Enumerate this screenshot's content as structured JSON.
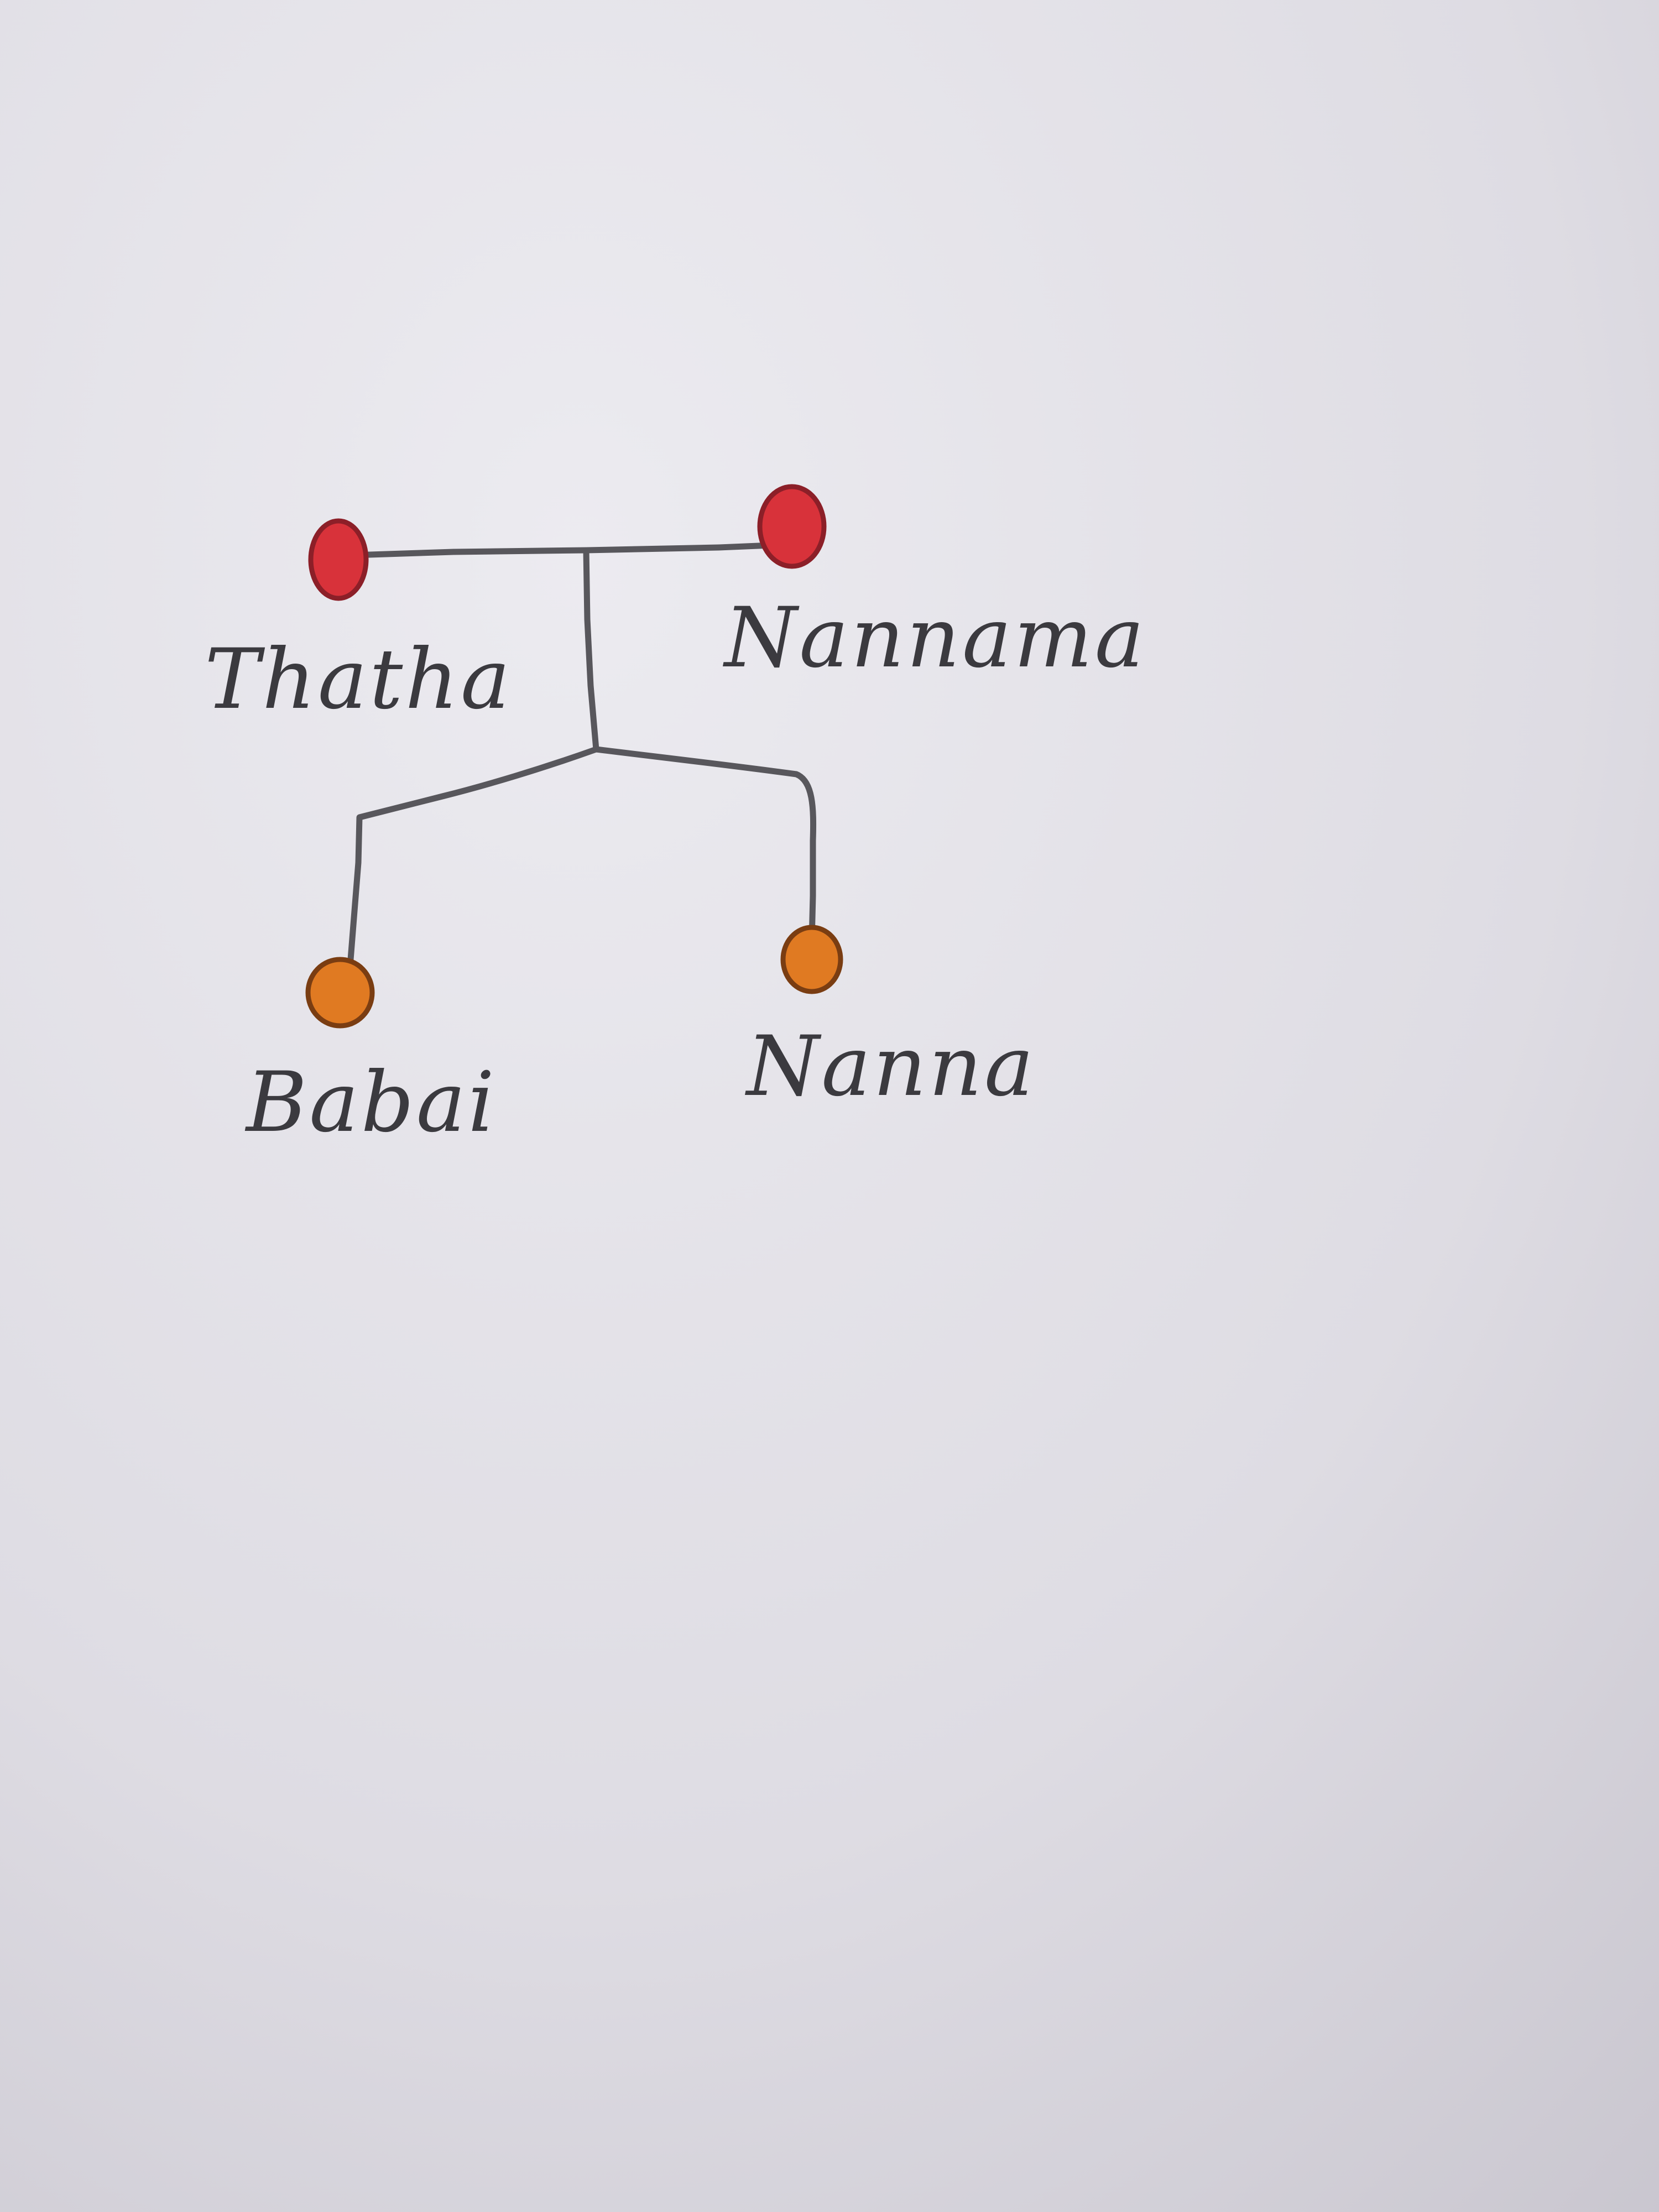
{
  "family_tree": {
    "parents": [
      {
        "name": "Thatha",
        "dot_color": "#d8323a"
      },
      {
        "name": "Nannama",
        "dot_color": "#d8323a"
      }
    ],
    "children": [
      {
        "name": "Babai",
        "dot_color": "#e07a22"
      },
      {
        "name": "Nanna",
        "dot_color": "#e07a22"
      }
    ]
  },
  "colors": {
    "paper": "#e4e2e8",
    "line": "#58575c",
    "ink": "#3b3a3f",
    "parent_dot": "#d8323a",
    "child_dot": "#e07a22"
  }
}
